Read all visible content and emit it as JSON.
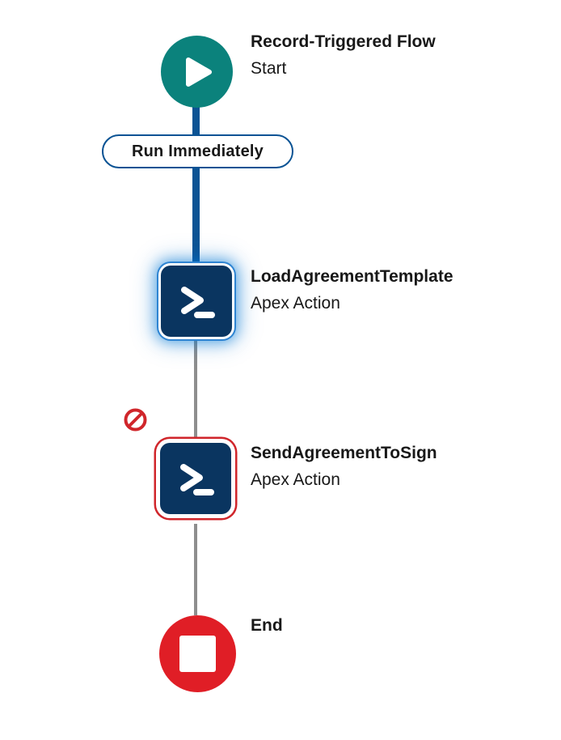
{
  "colors": {
    "canvas_bg": "#ffffff",
    "start_teal": "#0b827c",
    "node_navy": "#0a3560",
    "connector_blue": "#0b5394",
    "connector_gray": "#8e8e8e",
    "badge_border_blue": "#0b5394",
    "selection_glow_blue": "#0176d3",
    "error_red": "#d0262b",
    "end_red": "#e01e26",
    "text_dark": "#181818"
  },
  "flow": {
    "start_node": {
      "title": "Record-Triggered Flow",
      "subtitle": "Start",
      "icon": "play-icon"
    },
    "schedule_badge": {
      "label": "Run Immediately"
    },
    "nodes": [
      {
        "title": "LoadAgreementTemplate",
        "subtitle": "Apex Action",
        "icon": "terminal-icon",
        "state": "selected"
      },
      {
        "title": "SendAgreementToSign",
        "subtitle": "Apex Action",
        "icon": "terminal-icon",
        "state": "error",
        "status_icon": "ban-icon"
      }
    ],
    "end_node": {
      "title": "End",
      "icon": "stop-icon"
    }
  }
}
